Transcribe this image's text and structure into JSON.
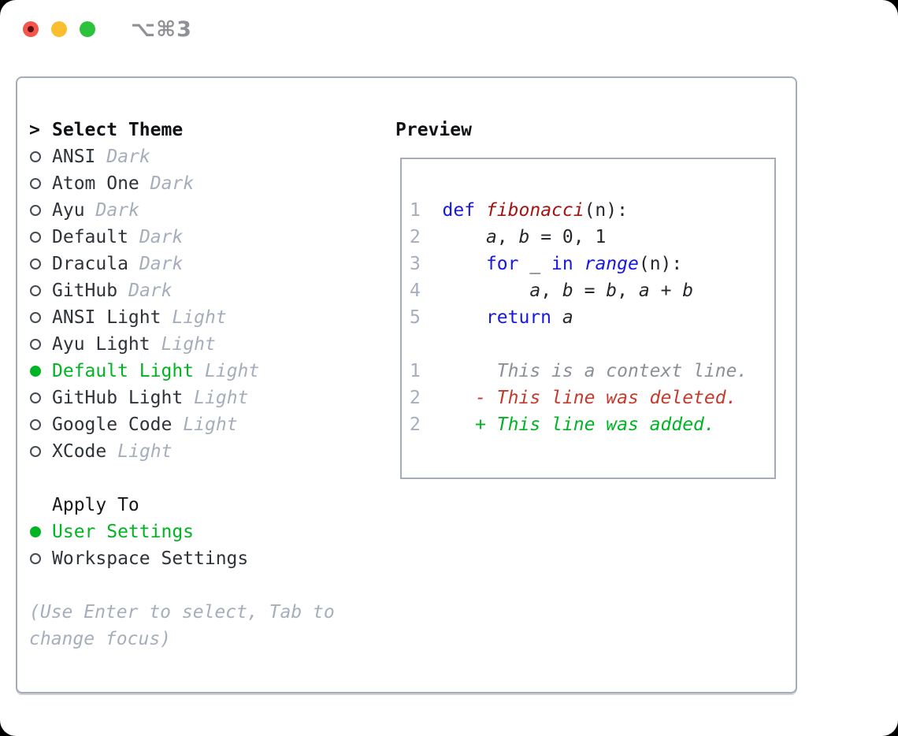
{
  "window": {
    "title": "⌥⌘3"
  },
  "colors": {
    "accent_green": "#00b423",
    "keyword_blue": "#1717dd",
    "function_red": "#a31414",
    "deleted_red": "#c43a2c",
    "added_green": "#00b423",
    "muted_gray": "#a6aebb",
    "panel_border": "#a6adb8",
    "traffic_red": "#f4564c",
    "traffic_yellow": "#fcbd2e",
    "traffic_green": "#2dc23d"
  },
  "theme_picker": {
    "header": {
      "prefix": ">",
      "label": "Select Theme"
    },
    "items": [
      {
        "name": "ANSI",
        "variant": "Dark",
        "selected": false
      },
      {
        "name": "Atom One",
        "variant": "Dark",
        "selected": false
      },
      {
        "name": "Ayu",
        "variant": "Dark",
        "selected": false
      },
      {
        "name": "Default",
        "variant": "Dark",
        "selected": false
      },
      {
        "name": "Dracula",
        "variant": "Dark",
        "selected": false
      },
      {
        "name": "GitHub",
        "variant": "Dark",
        "selected": false
      },
      {
        "name": "ANSI Light",
        "variant": "Light",
        "selected": false
      },
      {
        "name": "Ayu Light",
        "variant": "Light",
        "selected": false
      },
      {
        "name": "Default Light",
        "variant": "Light",
        "selected": true
      },
      {
        "name": "GitHub Light",
        "variant": "Light",
        "selected": false
      },
      {
        "name": "Google Code",
        "variant": "Light",
        "selected": false
      },
      {
        "name": "XCode",
        "variant": "Light",
        "selected": false
      }
    ]
  },
  "apply_to": {
    "header": "Apply To",
    "options": [
      {
        "label": "User Settings",
        "selected": true
      },
      {
        "label": "Workspace Settings",
        "selected": false
      }
    ]
  },
  "hint": "(Use Enter to select, Tab to change focus)",
  "preview": {
    "label": "Preview",
    "lines": [
      {
        "segments": [
          {
            "text": "1  ",
            "style": "num"
          },
          {
            "text": "def",
            "style": "kw"
          },
          {
            "text": " ",
            "style": "plain"
          },
          {
            "text": "fibonacci",
            "style": "fn"
          },
          {
            "text": "(n):",
            "style": "plain"
          }
        ]
      },
      {
        "segments": [
          {
            "text": "2  ",
            "style": "num"
          },
          {
            "text": "    ",
            "style": "plain"
          },
          {
            "text": "a",
            "style": "var"
          },
          {
            "text": ", ",
            "style": "plain"
          },
          {
            "text": "b",
            "style": "var"
          },
          {
            "text": " = 0, 1",
            "style": "plain"
          }
        ]
      },
      {
        "segments": [
          {
            "text": "3  ",
            "style": "num"
          },
          {
            "text": "    ",
            "style": "plain"
          },
          {
            "text": "for",
            "style": "kw"
          },
          {
            "text": " _ ",
            "style": "plain"
          },
          {
            "text": "in",
            "style": "kw"
          },
          {
            "text": " ",
            "style": "plain"
          },
          {
            "text": "range",
            "style": "builtin"
          },
          {
            "text": "(n):",
            "style": "plain"
          }
        ]
      },
      {
        "segments": [
          {
            "text": "4  ",
            "style": "num"
          },
          {
            "text": "        ",
            "style": "plain"
          },
          {
            "text": "a",
            "style": "var"
          },
          {
            "text": ", ",
            "style": "plain"
          },
          {
            "text": "b",
            "style": "var"
          },
          {
            "text": " = ",
            "style": "plain"
          },
          {
            "text": "b",
            "style": "var"
          },
          {
            "text": ", ",
            "style": "plain"
          },
          {
            "text": "a",
            "style": "var"
          },
          {
            "text": " + ",
            "style": "plain"
          },
          {
            "text": "b",
            "style": "var"
          }
        ]
      },
      {
        "segments": [
          {
            "text": "5  ",
            "style": "num"
          },
          {
            "text": "    ",
            "style": "plain"
          },
          {
            "text": "return",
            "style": "kw"
          },
          {
            "text": " ",
            "style": "plain"
          },
          {
            "text": "a",
            "style": "var"
          }
        ]
      },
      {
        "segments": [
          {
            "text": "",
            "style": "plain"
          }
        ]
      },
      {
        "segments": [
          {
            "text": "1",
            "style": "num"
          },
          {
            "text": "       This is a context line.",
            "style": "ctx"
          }
        ]
      },
      {
        "segments": [
          {
            "text": "2",
            "style": "num"
          },
          {
            "text": "     ",
            "style": "plain"
          },
          {
            "text": "- This line was deleted.",
            "style": "del"
          }
        ]
      },
      {
        "segments": [
          {
            "text": "2",
            "style": "num"
          },
          {
            "text": "     ",
            "style": "plain"
          },
          {
            "text": "+ This line was added.",
            "style": "add"
          }
        ]
      }
    ]
  }
}
